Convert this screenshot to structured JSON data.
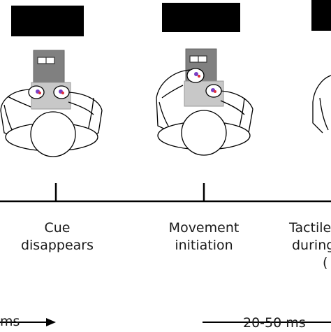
{
  "events": [
    {
      "line1": "Cue",
      "line2": "disappears"
    },
    {
      "line1": "Movement",
      "line2": "initiation"
    },
    {
      "line1": "Tactile",
      "line2": "during",
      "line3": "("
    }
  ],
  "timing": {
    "left_label": "ms",
    "right_label": "20-50 ms"
  },
  "colors": {
    "cue_box": "#808080",
    "hand_panel": "#c8c8c8",
    "outline": "#000000",
    "redaction": "#000000",
    "marker_red": "#e0303a",
    "marker_purple": "#7a3fc4"
  }
}
